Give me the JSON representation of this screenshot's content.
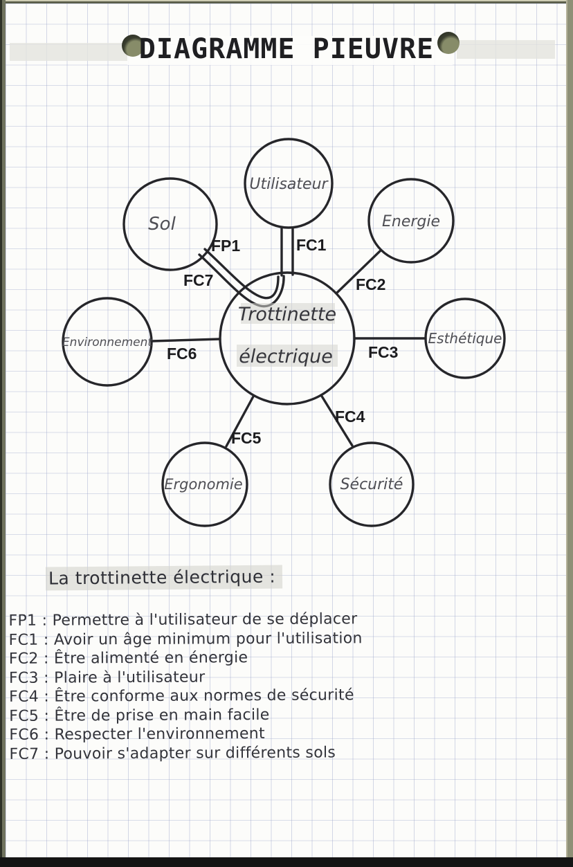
{
  "page": {
    "title": "DIAGRAMME PIEUVRE"
  },
  "diagram": {
    "center": {
      "line1": "Trottinette",
      "line2": "électrique"
    },
    "nodes": [
      {
        "label": "Utilisateur"
      },
      {
        "label": "Sol"
      },
      {
        "label": "Energie"
      },
      {
        "label": "Environnement"
      },
      {
        "label": "Esthétique"
      },
      {
        "label": "Ergonomie"
      },
      {
        "label": "Sécurité"
      }
    ],
    "links": [
      {
        "label": "FP1"
      },
      {
        "label": "FC1"
      },
      {
        "label": "FC2"
      },
      {
        "label": "FC3"
      },
      {
        "label": "FC4"
      },
      {
        "label": "FC5"
      },
      {
        "label": "FC6"
      },
      {
        "label": "FC7"
      }
    ]
  },
  "functions_list": {
    "heading": "La trottinette électrique :",
    "items": [
      "FP1 : Permettre à l'utilisateur de se déplacer",
      "FC1 : Avoir un âge minimum pour l'utilisation",
      "FC2 : Être alimenté en énergie",
      "FC3 : Plaire à l'utilisateur",
      "FC4 : Être conforme aux normes de sécurité",
      "FC5 : Être de prise en main facile",
      "FC6 : Respecter l'environnement",
      "FC7 : Pouvoir s'adapter sur différents sols"
    ]
  },
  "colors": {
    "ink": "#26262a",
    "grid_line": "#c7cce2",
    "paper": "#fbfbf9",
    "highlight": "#d8d8d2",
    "photo_edge": "#8e9077",
    "bottom_bar": "#141414"
  }
}
